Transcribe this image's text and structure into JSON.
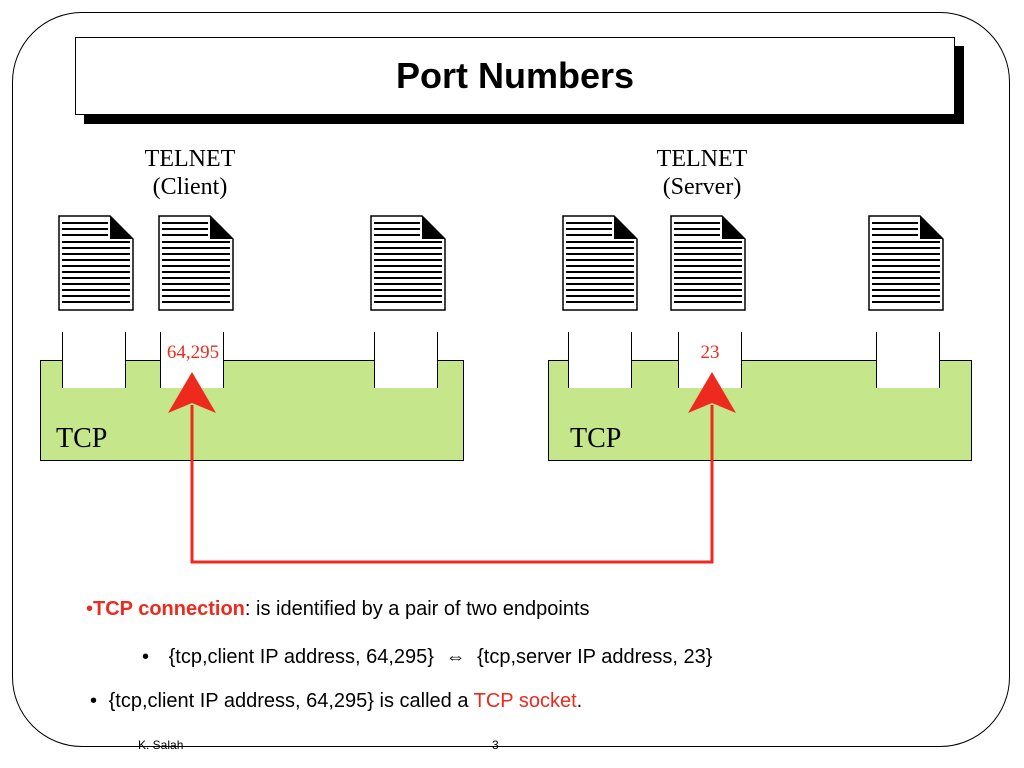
{
  "slide": {
    "title": "Port Numbers",
    "client_label_line1": "TELNET",
    "client_label_line2": "(Client)",
    "server_label_line1": "TELNET",
    "server_label_line2": "(Server)",
    "client_tcp_label": "TCP",
    "server_tcp_label": "TCP",
    "client_port": "64,295",
    "server_port": "23"
  },
  "bullets": {
    "b1_marker": "•",
    "b1_bold": "TCP connection",
    "b1_rest": ": is identified by a pair of two endpoints",
    "b2_marker": "•",
    "b2_left": "{tcp,client IP address, 64,295}",
    "b2_arrow": "⇔",
    "b2_right": "{tcp,server IP address, 23}",
    "b3_marker": "•",
    "b3_text": "{tcp,client IP address, 64,295} is called a ",
    "b3_highlight": "TCP socket",
    "b3_end": "."
  },
  "footer": {
    "author": "K. Salah",
    "page_number": "3"
  },
  "colors": {
    "tcp_fill": "#c5e68a",
    "accent_red": "#ee2a1e"
  },
  "icons": [
    "document-icon",
    "connection-arrow"
  ]
}
